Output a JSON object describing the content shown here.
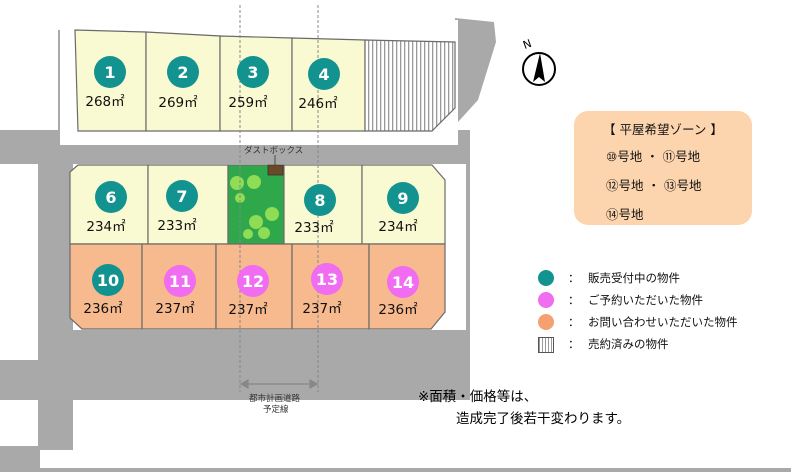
{
  "compass": {
    "label": "N"
  },
  "lots": [
    {
      "id": "1",
      "area": "268㎡",
      "status": "available"
    },
    {
      "id": "2",
      "area": "269㎡",
      "status": "available"
    },
    {
      "id": "3",
      "area": "259㎡",
      "status": "available"
    },
    {
      "id": "4",
      "area": "246㎡",
      "status": "available"
    },
    {
      "id": "6",
      "area": "234㎡",
      "status": "available"
    },
    {
      "id": "7",
      "area": "233㎡",
      "status": "available"
    },
    {
      "id": "8",
      "area": "233㎡",
      "status": "available"
    },
    {
      "id": "9",
      "area": "234㎡",
      "status": "available"
    },
    {
      "id": "10",
      "area": "236㎡",
      "status": "available"
    },
    {
      "id": "11",
      "area": "237㎡",
      "status": "reserved"
    },
    {
      "id": "12",
      "area": "237㎡",
      "status": "reserved"
    },
    {
      "id": "13",
      "area": "237㎡",
      "status": "reserved"
    },
    {
      "id": "14",
      "area": "236㎡",
      "status": "reserved"
    }
  ],
  "dust_box_label": "ダストボックス",
  "planned_road": {
    "line1": "都市計画道路",
    "line2": "予定線"
  },
  "zone": {
    "title": "【 平屋希望ゾーン 】",
    "line1": "⑩号地 ・ ⑪号地",
    "line2": "⑫号地 ・ ⑬号地",
    "line3": "⑭号地"
  },
  "legend": {
    "colon": "：",
    "items": [
      {
        "label": "販売受付中の物件",
        "color": "#13938f",
        "kind": "circle"
      },
      {
        "label": "ご予約いただいた物件",
        "color": "#f06cf0",
        "kind": "circle"
      },
      {
        "label": "お問い合わせいただいた物件",
        "color": "#f5a070",
        "kind": "circle"
      },
      {
        "label": "売約済みの物件",
        "color": "#9a9a9a",
        "kind": "hatch"
      }
    ]
  },
  "note": {
    "line1": "※面積・価格等は、",
    "line2": "造成完了後若干変わります。"
  },
  "colors": {
    "road": "#a9a9a9",
    "lot_available_fill": "#fafad2",
    "lot_inquiry_fill": "#f7b98e",
    "park_fill": "#2ea84a",
    "badge_available": "#13938f",
    "badge_reserved": "#f06cf0",
    "zone_bg": "#fcd5ae"
  }
}
